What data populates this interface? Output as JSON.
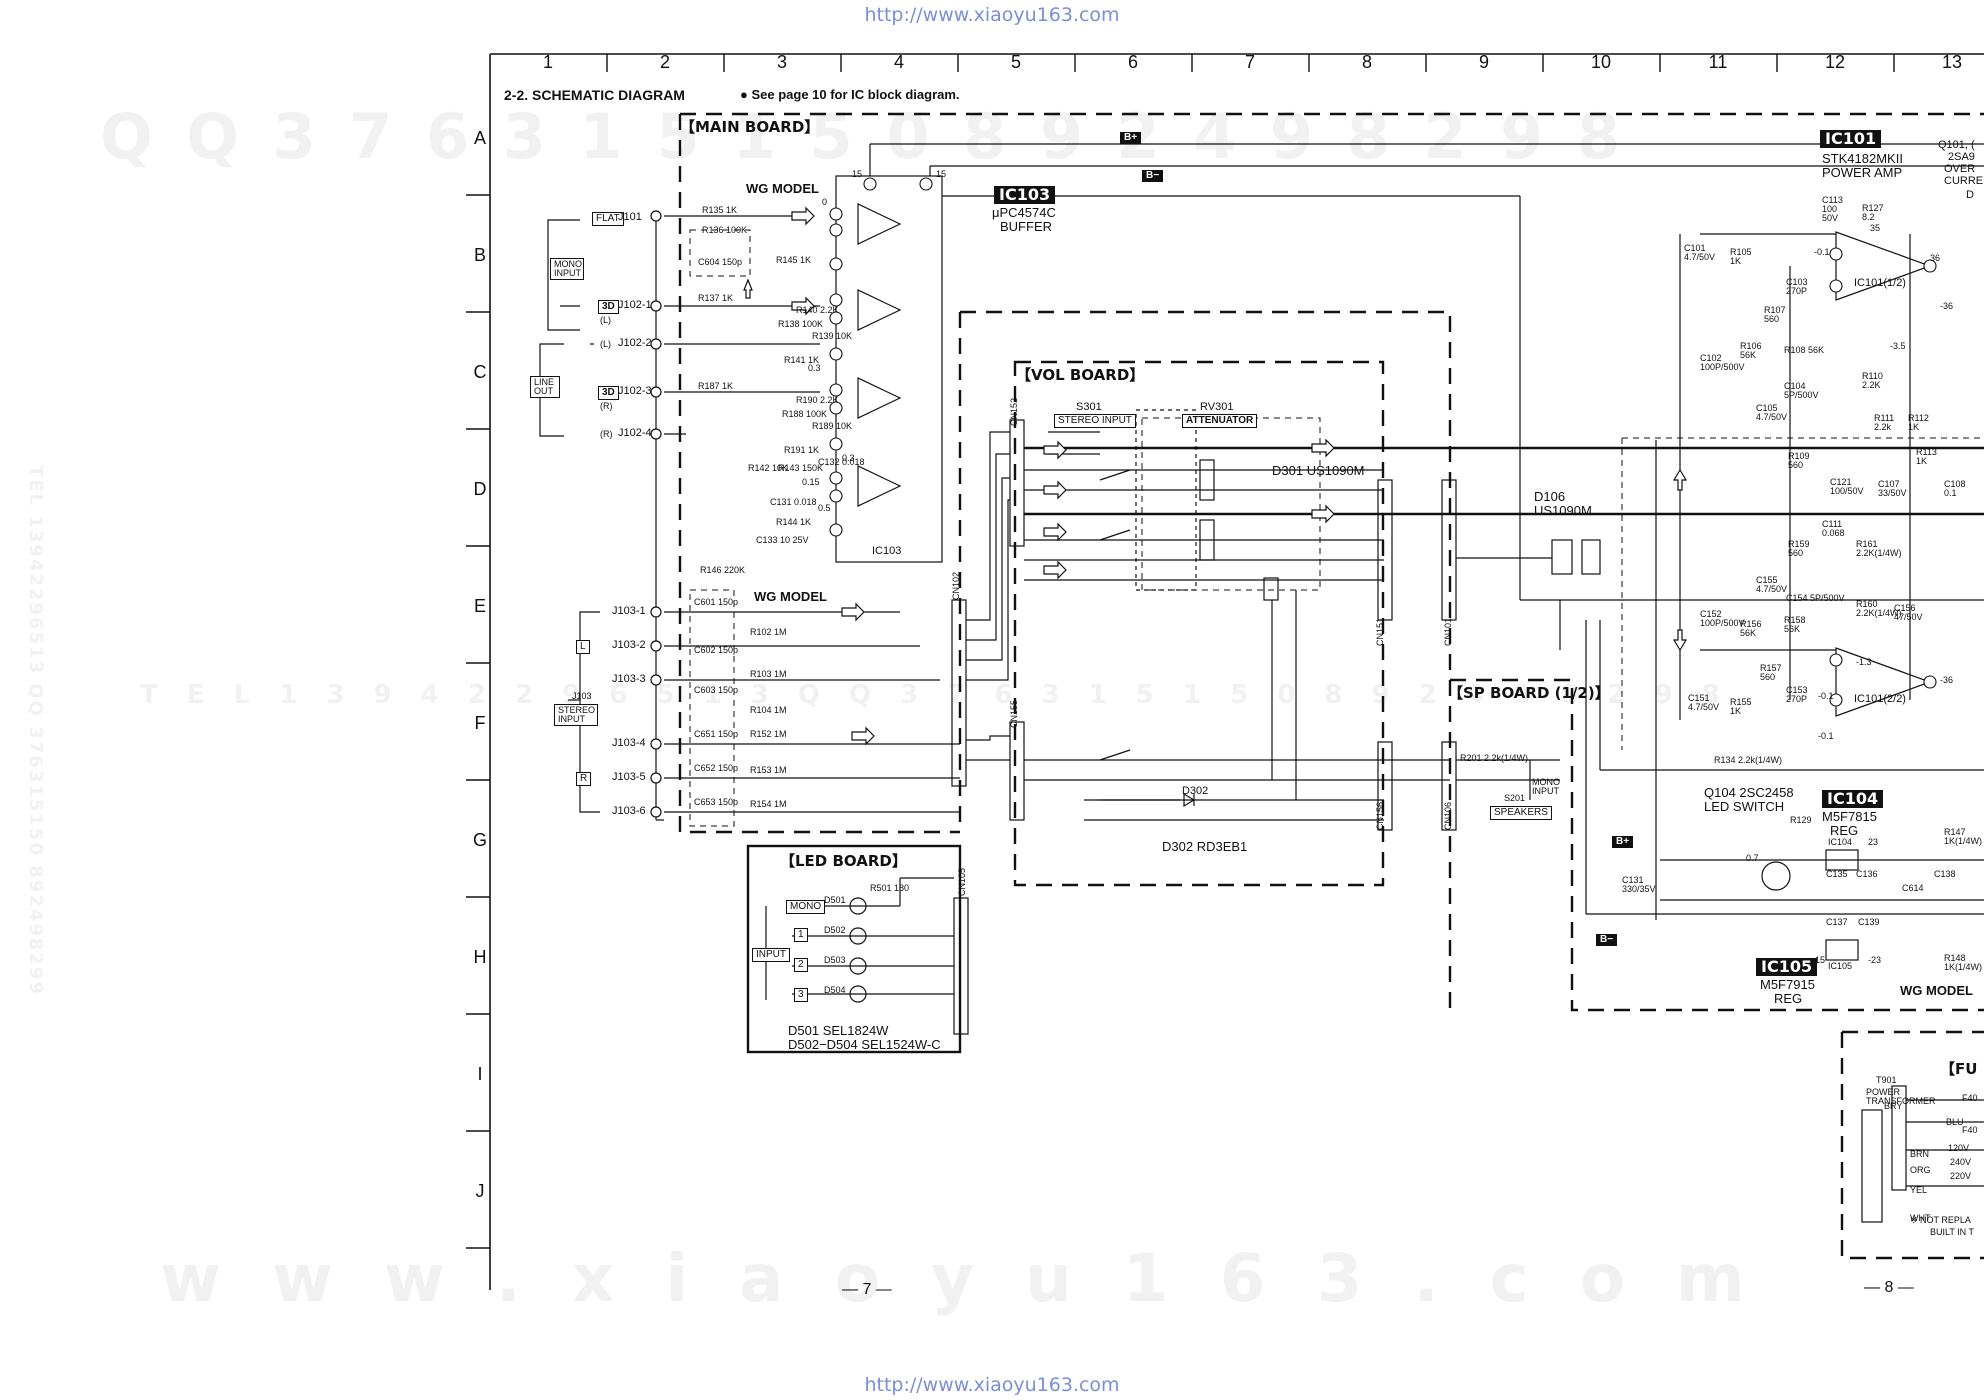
{
  "watermark": {
    "url_top": "http://www.xiaoyu163.com",
    "url_bottom": "http://www.xiaoyu163.com",
    "row1": "Q Q 3 7 6 3 1 5 1 5 0 8 9 2 4 9 8 2 9 8",
    "row2": "T E L 1 3 9 4 2 2 9 6 5 1 3 Q Q 3 7 6 3 1 5 1 5 0 8 9 2 4 9 8 2 9 8",
    "vertical": "TEL 13942296513 QQ 376315150 892498299",
    "row3": "w w w . x i a o y u 1 6 3 . c o m"
  },
  "grid": {
    "columns": [
      "1",
      "2",
      "3",
      "4",
      "5",
      "6",
      "7",
      "8",
      "9",
      "10",
      "11",
      "12",
      "13"
    ],
    "rows": [
      "A",
      "B",
      "C",
      "D",
      "E",
      "F",
      "G",
      "H",
      "I",
      "J"
    ]
  },
  "header": {
    "title": "2-2.  SCHEMATIC DIAGRAM",
    "note": "● See page 10 for IC block diagram."
  },
  "boards": {
    "main": "【MAIN BOARD】",
    "vol": "【VOL BOARD】",
    "led": "【LED BOARD】",
    "sp": "【SP BOARD (1/2)】",
    "fu": "【FU BO"
  },
  "ics": {
    "ic103": {
      "name": "IC103",
      "part": "μPC4574C",
      "desc": "BUFFER",
      "label": "IC103"
    },
    "ic101": {
      "name": "IC101",
      "part": "STK4182MKII",
      "desc": "POWER AMP",
      "label1": "IC101(1/2)",
      "label2": "IC101(2/2)"
    },
    "ic104": {
      "name": "IC104",
      "part": "M5F7815",
      "desc": "REG",
      "label": "IC104"
    },
    "ic105": {
      "name": "IC105",
      "part": "M5F7915",
      "desc": "REG",
      "label": "IC105"
    },
    "q101": {
      "l1": "Q101, (",
      "l2": "2SA9",
      "l3": "OVER",
      "l4": "CURRE",
      "l5": "D"
    }
  },
  "rails": {
    "bplus": "B+",
    "bminus": "B−"
  },
  "labels": {
    "wg_model_1": "WG MODEL",
    "wg_model_2": "WG MODEL",
    "wg_model_3": "WG MODEL",
    "flat": "FLAT",
    "mono_input": "MONO INPUT",
    "line_out": "LINE OUT",
    "stereo_input": "STEREO INPUT",
    "three_d_1": "3D",
    "three_d_2": "3D",
    "l_ch": "(L)",
    "r_ch": "(R)",
    "ch_l": "L",
    "ch_r": "R",
    "j101": "J101",
    "j102_1": "J102-1",
    "j102_2": "J102-2",
    "j102_3": "J102-3",
    "j102_4": "J102-4",
    "j103": "J103",
    "j103_1": "J103-1",
    "j103_2": "J103-2",
    "j103_3": "J103-3",
    "j103_4": "J103-4",
    "j103_5": "J103-5",
    "j103_6": "J103-6",
    "s301": "S301",
    "stereo_input_sw": "STEREO INPUT",
    "rv301": "RV301",
    "attenuator": "ATTENUATOR",
    "d301": "D301 US1090M",
    "d302": "D302",
    "d302_full": "D302 RD3EB1",
    "d106": "D106",
    "d106_part": "US1090M",
    "q104": "Q104 2SC2458",
    "led_switch": "LED SWITCH",
    "speakers": "SPEAKERS",
    "s201": "S201",
    "mono_input_sw": "MONO INPUT",
    "led_mono": "MONO",
    "led_input": "INPUT",
    "led_1": "1",
    "led_2": "2",
    "led_3": "3",
    "d501": "D501",
    "d502": "D502",
    "d503": "D503",
    "d504": "D504",
    "d501_part": "D501  SEL1824W",
    "d502_part": "D502−D504  SEL1524W-C",
    "cn102": "CN102",
    "cn152": "CN152",
    "cn155": "CN155",
    "cn151": "CN151",
    "cn156": "CN156",
    "cn101": "CN101",
    "cn106": "CN106",
    "cn105": "CN105",
    "t901": "T901",
    "power_transformer": "POWER TRANSFORMER",
    "not_replace": "※ NOT REPLA",
    "built_in": "BUILT IN T"
  },
  "components": {
    "r135": "R135 1K",
    "r136": "R136 100K",
    "c604": "C604 150p",
    "r145": "R145 1K",
    "r137": "R137 1K",
    "r140": "R140 2.2K",
    "r138": "R138 100K",
    "r139": "R139 10K",
    "r141": "R141 1K",
    "r187": "R187 1K",
    "r190": "R190 2.2K",
    "r188": "R188 100K",
    "r189": "R189 10K",
    "r191": "R191 1K",
    "c132": "C132 0.018",
    "r142": "R142 10K",
    "r143": "R143 150K",
    "c131": "C131 0.018",
    "r144": "R144 1K",
    "c133": "C133 10 25V",
    "r146": "R146 220K",
    "c601": "C601 150p",
    "r102": "R102 1M",
    "c602": "C602 150p",
    "r103": "R103 1M",
    "c603": "C603 150p",
    "r104": "R104 1M",
    "c651": "C651 150p",
    "r152": "R152 1M",
    "c652": "C652 150p",
    "r153": "R153 1M",
    "c653": "C653 150p",
    "r154": "R154 1M",
    "r501": "R501 180",
    "r201": "R201 2.2k(1/4W)",
    "r134": "R134 2.2k(1/4W)",
    "c113": "C113 100 50V",
    "r127": "R127 8.2",
    "c101": "C101 4.7/50V",
    "r105": "R105 1K",
    "c103": "C103 270P",
    "r107": "R107 560",
    "r106": "R106 56K",
    "r108": "R108 56K",
    "c104": "C104 5P/500V",
    "c102": "C102 100P/500V",
    "c105": "C105 4.7/50V",
    "r109": "R109 560",
    "c121": "C121 100/50V",
    "c111": "C111 0.068",
    "r110": "R110 2.2K",
    "r111": "R111 2.2k",
    "r112": "R112 1K",
    "r113": "R113 1K",
    "c107": "C107 33/50V",
    "c108": "C108 0.1",
    "r159": "R159 560",
    "r161": "R161 2.2K(1/4W)",
    "r160": "R160 2.2K(1/4W)",
    "c155": "C155 4.7/50V",
    "c154": "C154 5P/500V",
    "r158": "R158 56K",
    "r156": "R156 56K",
    "c152": "C152 100P/500V",
    "c156": "C156 47/50V",
    "r157": "R157 560",
    "c153": "C153 270P",
    "c151": "C151 4.7/50V",
    "r155": "R155 1K",
    "r129": "R129",
    "c131b": "C131 330/35V",
    "r147": "R147 1K(1/4W)",
    "r148": "R148 1K(1/4W)",
    "c135": "C135",
    "c136": "C136",
    "c137": "C137",
    "c138": "C138",
    "c139": "C139",
    "c614": "C614"
  },
  "voltages": {
    "v15a": "15",
    "v15b": "15",
    "v_0": "0",
    "v_03a": "0.3",
    "v_03b": "0.3",
    "v_015": "0.15",
    "v_05": "0.5",
    "v_35a": "35",
    "v_36a": "36",
    "v_36b": "-36",
    "v_35b": "-3.5",
    "v_36c": "-36",
    "v_13": "-1.3",
    "v_01a": "-0.1",
    "v_01b": "-0.1",
    "v_01c": "-0.1",
    "v_23a": "23",
    "v_23b": "-23",
    "v_07": "0.7",
    "v_15c": "-15"
  },
  "fu_board": {
    "bry": "BRY",
    "blu": "BLU",
    "brn": "BRN",
    "org": "ORG",
    "yel": "YEL",
    "wht": "WHT",
    "v120": "120V",
    "v240": "240V",
    "v220": "220V",
    "f401": "F40",
    "f402": "F40"
  },
  "pages": {
    "left": "— 7 —",
    "right": "— 8 —"
  }
}
